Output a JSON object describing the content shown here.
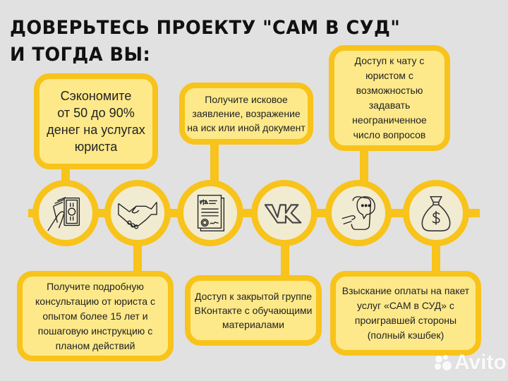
{
  "header": {
    "line1": "ДОВЕРЬТЕСЬ ПРОЕКТУ \"САМ В СУД\"",
    "line2": "И ТОГДА ВЫ:"
  },
  "top_boxes": [
    {
      "text": "Сэкономите\n от 50 до 90%\nденег на услугах\nюриста"
    },
    {
      "text": "Получите исковое\nзаявление, возражение\nна иск или иной документ"
    },
    {
      "text": "Доступ к чату с\nюристом с\nвозможностью\nзадавать\nнеограниченное\nчисло вопросов"
    }
  ],
  "bottom_boxes": [
    {
      "text": "Получите подробную\nконсультацию от юриста с\nопытом более 15 лет и\nпошаговую инструкцию с\nпланом действий"
    },
    {
      "text": "Доступ к закрытой группе\nВКонтакте с обучающими\nматериалами"
    },
    {
      "text": "Взыскание оплаты на пакет\nуслуг «САМ в СУД» с\nпроигравшей стороны\n(полный кэшбек)"
    }
  ],
  "icons": [
    "money-hand-icon",
    "handshake-icon",
    "legal-document-icon",
    "vk-logo-icon",
    "phone-chat-icon",
    "money-bag-icon"
  ],
  "watermark": {
    "text": "Avito"
  },
  "colors": {
    "background": "#e1e1e1",
    "accent": "#f8c31a",
    "box_fill": "#fde98a",
    "circle_fill": "#f1ebd2",
    "text": "#222222"
  }
}
